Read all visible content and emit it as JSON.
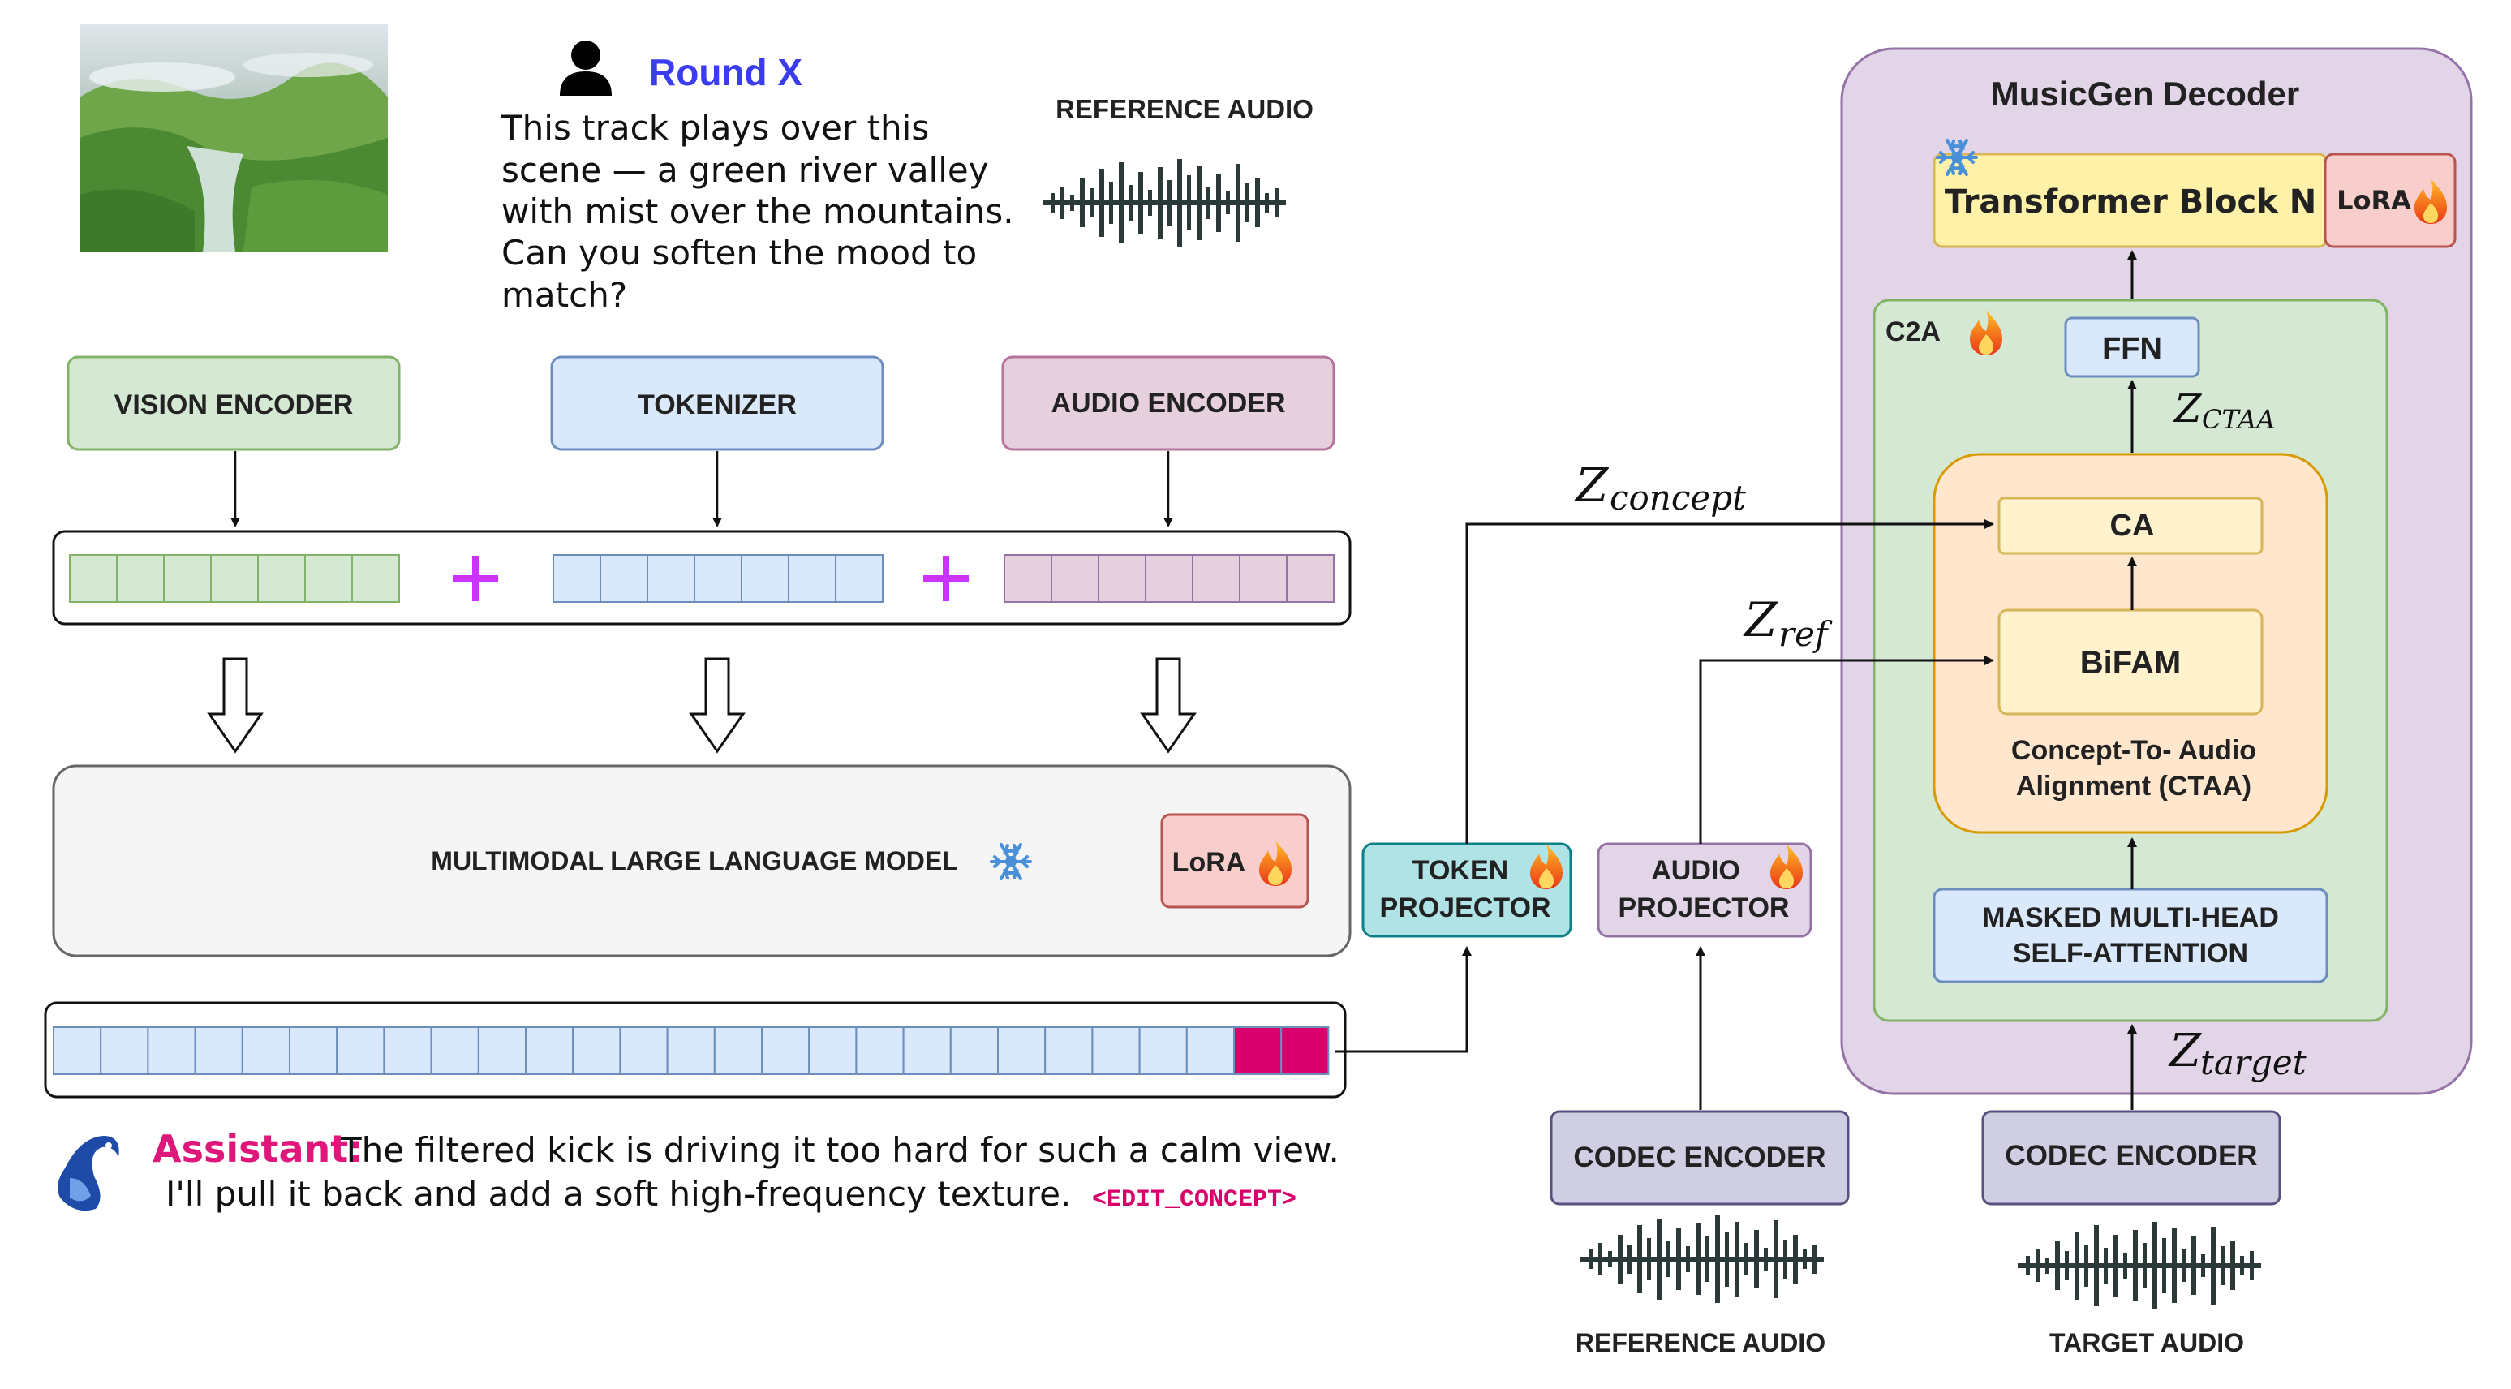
{
  "prompt": {
    "round_label": "Round X",
    "user_text_lines": [
      "This track plays over this",
      "scene — a green river valley",
      "with mist over the mountains.",
      "Can you soften the mood to",
      "match?"
    ]
  },
  "reference_audio_top": "REFERENCE AUDIO",
  "encoders": {
    "vision": "VISION ENCODER",
    "tokenizer": "TOKENIZER",
    "audio": "AUDIO ENCODER"
  },
  "mllm": {
    "label": "MULTIMODAL LARGE LANGUAGE MODEL",
    "lora": "LoRA"
  },
  "assistant": {
    "label": "Assistant:",
    "line1": "The filtered kick is driving it too hard for such a calm view.",
    "line2": "I'll pull it back and add a soft high-frequency texture.",
    "token": "<EDIT_CONCEPT>"
  },
  "projectors": {
    "token": [
      "TOKEN",
      "PROJECTOR"
    ],
    "audio": [
      "AUDIO",
      "PROJECTOR"
    ]
  },
  "codec": {
    "left": "CODEC ENCODER",
    "right": "CODEC ENCODER",
    "left_caption": "REFERENCE AUDIO",
    "right_caption": "TARGET AUDIO"
  },
  "decoder": {
    "title": "MusicGen Decoder",
    "transformer_block": "Transformer Block N",
    "lora": "LoRA",
    "c2a": "C2A",
    "ffn": "FFN",
    "ca": "CA",
    "bifam": "BiFAM",
    "ctaa_lines": [
      "Concept-To- Audio",
      "Alignment (CTAA)"
    ],
    "mhsa_lines": [
      "MASKED MULTI-HEAD",
      "SELF-ATTENTION"
    ]
  },
  "math_labels": {
    "z_concept": {
      "base": "Z",
      "sub": "concept"
    },
    "z_ref": {
      "base": "Z",
      "sub": "ref"
    },
    "z_ctaa": {
      "base": "Z",
      "sub": "CTAA"
    },
    "z_target": {
      "base": "Z",
      "sub": "target"
    }
  },
  "colors": {
    "vision": "#d5e8d4",
    "tokenizer": "#dae8fc",
    "audio_encoder": "#e6d0de",
    "plus": "#cc33ff",
    "round": "#3b3bf0",
    "assistant": "#e0177a",
    "special_token": "#d8006a",
    "decoder_bg": "#e1d5e7",
    "c2a_bg": "#d5e8d4",
    "ctaa_bg": "#ffe6cc",
    "transformer": "#fff2a8",
    "lora": "#f8cecc",
    "token_projector": "#b0e3e6",
    "audio_projector": "#e1d5e7",
    "codec": "#d0cee2"
  }
}
